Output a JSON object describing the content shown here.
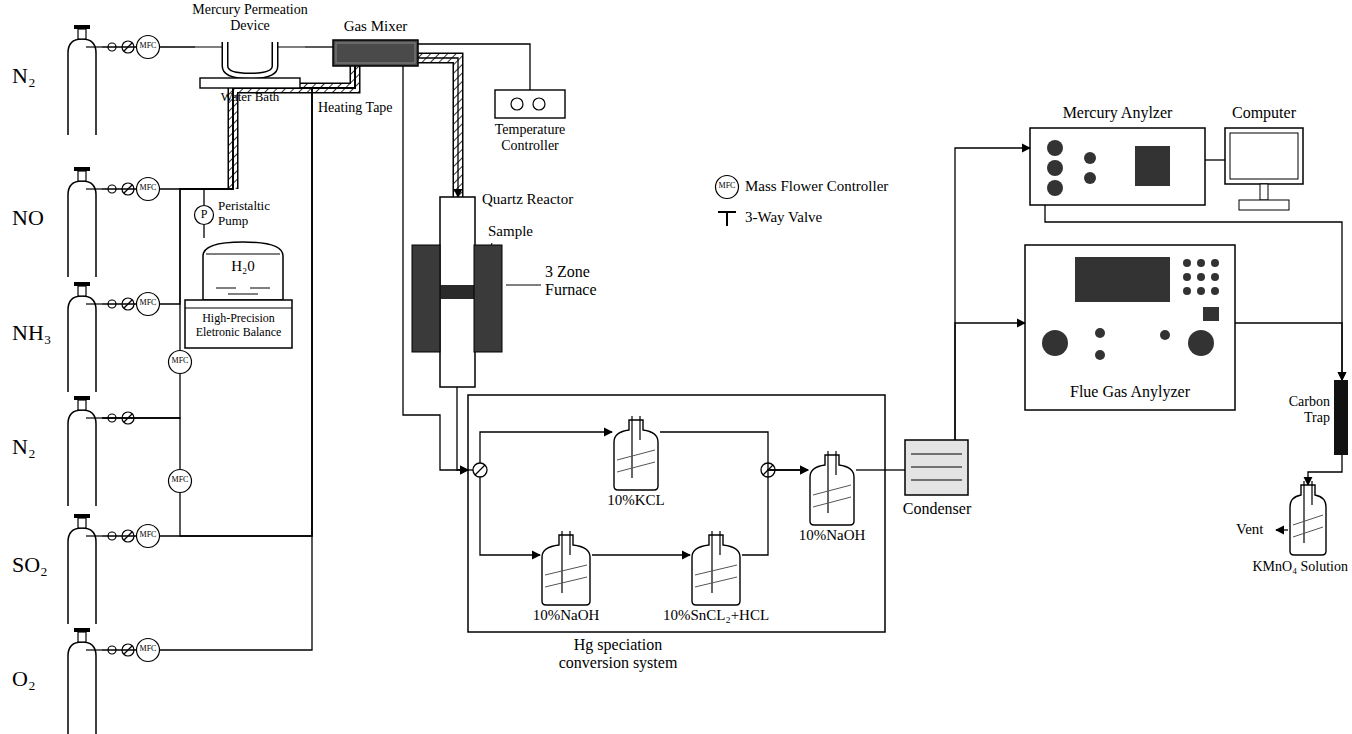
{
  "diagram": {
    "nodes": [
      {
        "text": [
          "N₂"
        ]
      },
      {
        "text": [
          "NO"
        ]
      },
      {
        "text": [
          "NH₃"
        ]
      },
      {
        "text": [
          "N₂"
        ]
      },
      {
        "text": [
          "SO₂"
        ]
      },
      {
        "text": [
          "O₂"
        ]
      },
      {
        "text": [
          "MFC"
        ]
      },
      {
        "text": [
          "MFC"
        ]
      },
      {
        "text": [
          "MFC"
        ]
      },
      {
        "text": [
          "MFC"
        ]
      },
      {
        "text": [
          "MFC"
        ]
      },
      {
        "text": [
          "MFC"
        ]
      },
      {
        "text": [
          "MFC"
        ]
      },
      {
        "text": [
          "Mercury Permeation Device",
          "Water Bath"
        ]
      },
      {
        "text": [
          "Gas Mixer"
        ]
      },
      {
        "text": [
          "Temperature Controller"
        ]
      },
      {
        "text": [
          "Peristaltic Pump",
          "P"
        ]
      },
      {
        "text": [
          "H₂0"
        ]
      },
      {
        "text": [
          "High-Precision Eletronic Balance"
        ]
      },
      {
        "text": [
          "Quartz Reactor"
        ]
      },
      {
        "text": [
          "Sample"
        ],
        "in": 19
      },
      {
        "text": [
          "3 Zone Furnace"
        ]
      },
      {
        "text": [
          "Hg speciation conversion system"
        ]
      },
      {
        "text": [
          "10%KCL"
        ],
        "in": 22
      },
      {
        "text": [
          "10%NaOH"
        ],
        "in": 22
      },
      {
        "text": [
          "10%SnCL₂+HCL"
        ],
        "in": 22
      },
      {
        "text": [
          "10%NaOH"
        ],
        "in": 22
      },
      {
        "text": [
          "Condenser"
        ]
      },
      {
        "text": [
          "Mercury Anylzer"
        ]
      },
      {
        "text": [
          "Computer"
        ]
      },
      {
        "text": [
          "Flue Gas Anylyzer"
        ]
      },
      {
        "text": [
          "Carbon Trap"
        ]
      },
      {
        "text": [
          "KMnO₄ Solution"
        ]
      }
    ],
    "edges": [
      {
        "from": 0,
        "to": 6,
        "arrow": "none"
      },
      {
        "from": 6,
        "to": 13,
        "arrow": "none"
      },
      {
        "from": 13,
        "to": 14,
        "arrow": "none"
      },
      {
        "from": 1,
        "to": 7,
        "arrow": "none"
      },
      {
        "from": 7,
        "to": 14,
        "arrow": "none"
      },
      {
        "from": 2,
        "to": 8,
        "arrow": "none"
      },
      {
        "from": 8,
        "to": 14,
        "arrow": "none"
      },
      {
        "from": 3,
        "to": 9,
        "arrow": "none"
      },
      {
        "from": 9,
        "to": 14,
        "arrow": "none"
      },
      {
        "from": 3,
        "to": 10,
        "arrow": "none"
      },
      {
        "from": 10,
        "to": 14,
        "arrow": "none"
      },
      {
        "from": 4,
        "to": 11,
        "arrow": "none"
      },
      {
        "from": 11,
        "to": 14,
        "arrow": "none"
      },
      {
        "from": 5,
        "to": 12,
        "arrow": "none"
      },
      {
        "from": 12,
        "to": 14,
        "arrow": "none"
      },
      {
        "from": 17,
        "to": 16,
        "arrow": "none"
      },
      {
        "from": 16,
        "to": 14,
        "arrow": "none"
      },
      {
        "from": 14,
        "to": 15,
        "arrow": "none"
      },
      {
        "from": 14,
        "to": 19,
        "arrow": "to"
      },
      {
        "from": 14,
        "to": 22,
        "arrow": "to"
      },
      {
        "from": 19,
        "to": 22,
        "arrow": "to"
      },
      {
        "from": 23,
        "to": 26,
        "arrow": "to"
      },
      {
        "from": 24,
        "to": 25,
        "arrow": "to"
      },
      {
        "from": 25,
        "to": 26,
        "arrow": "to"
      },
      {
        "from": 22,
        "to": 27,
        "arrow": "none"
      },
      {
        "from": 27,
        "to": 28,
        "arrow": "to"
      },
      {
        "from": 27,
        "to": 30,
        "arrow": "to"
      },
      {
        "from": 28,
        "to": 29,
        "arrow": "none"
      },
      {
        "from": 28,
        "to": 31,
        "arrow": "to"
      },
      {
        "from": 30,
        "to": 31,
        "arrow": "to"
      },
      {
        "from": 31,
        "to": 32,
        "arrow": "to"
      }
    ],
    "labels": [
      "Heating Tape",
      "MFC",
      "Vent"
    ],
    "legend": [
      {
        "text": "Mass Flower Controller"
      },
      {
        "text": "3-Way Valve"
      }
    ]
  }
}
